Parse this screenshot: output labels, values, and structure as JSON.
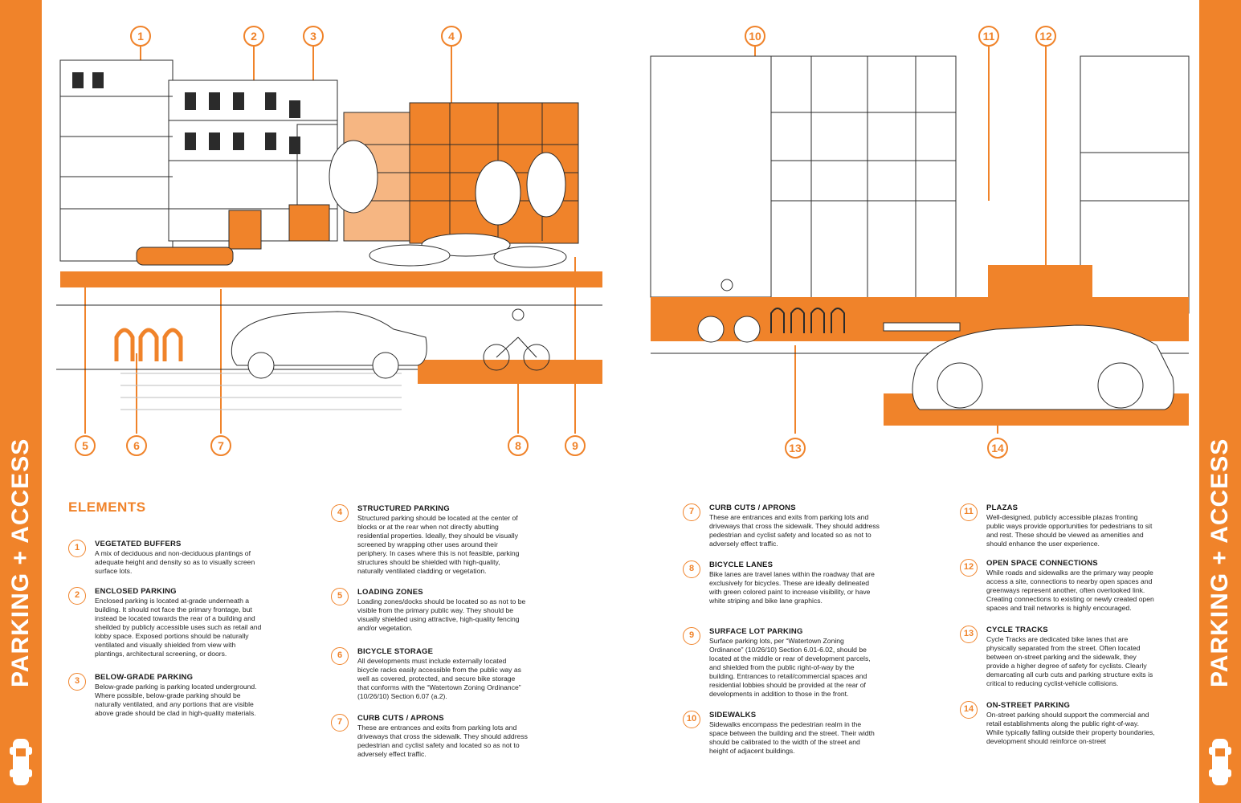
{
  "side_title": "PARKING + ACCESS",
  "colors": {
    "accent": "#f0832a",
    "accent_light": "#f6b682",
    "line": "#2b2b2b"
  },
  "icons": {
    "side": "car-icon"
  },
  "callouts_left": [
    "1",
    "2",
    "3",
    "4",
    "5",
    "6",
    "7",
    "8",
    "9"
  ],
  "callouts_right": [
    "10",
    "11",
    "12",
    "13",
    "14"
  ],
  "elements_title": "ELEMENTS",
  "entries": [
    {
      "num": "1",
      "head": "VEGETATED BUFFERS",
      "body": "A mix of deciduous and non-deciduous plantings of adequate height and density so as to visually screen surface lots."
    },
    {
      "num": "2",
      "head": "ENCLOSED PARKING",
      "body": "Enclosed parking is located at-grade underneath a building. It should not face the primary frontage, but instead be located towards the rear of a building and sheilded by publicly accessible uses such as retail and lobby space. Exposed portions should be naturally ventilated and visually shielded from view with plantings, architectural screening, or doors."
    },
    {
      "num": "3",
      "head": "BELOW-GRADE PARKING",
      "body": "Below-grade parking is parking located underground. Where possible, below-grade parking should be naturally ventilated, and any portions that are visible above grade should be clad in high-quality materials."
    },
    {
      "num": "4",
      "head": "STRUCTURED PARKING",
      "body": "Structured parking should be located at the center of blocks or at the rear when not directly abutting residential properties. Ideally, they should be visually screened by wrapping other uses around their periphery. In cases where this is not feasible, parking structures should be shielded with high-quality, naturally ventilated cladding or vegetation."
    },
    {
      "num": "5",
      "head": "LOADING ZONES",
      "body": "Loading zones/docks should be located so as not to be visible from the primary public way. They should be visually shielded using attractive, high-quality fencing and/or vegetation."
    },
    {
      "num": "6",
      "head": "BICYCLE STORAGE",
      "body": "All developments must include externally located bicycle racks easily accessible from the public way as well as covered, protected, and secure bike storage that conforms with the “Watertown Zoning Ordinance” (10/26/10) Section 6.07 (a.2)."
    },
    {
      "num": "7",
      "head": "CURB CUTS / APRONS",
      "body": "These are entrances and exits from parking lots and driveways that cross the sidewalk. They should address pedestrian and cyclist safety and located so as not to adversely effect traffic."
    },
    {
      "num": "7",
      "head": "CURB CUTS / APRONS",
      "body": "These are entrances and exits from parking lots and driveways that cross the sidewalk. They should address pedestrian and cyclist safety and located so as not to adversely effect traffic."
    },
    {
      "num": "8",
      "head": "BICYCLE LANES",
      "body": "Bike lanes are travel lanes within the roadway that are exclusively for bicycles. These are ideally delineated with green colored paint to increase visibility, or have white striping and bike lane graphics."
    },
    {
      "num": "9",
      "head": "SURFACE LOT PARKING",
      "body": "Surface parking lots, per “Watertown Zoning Ordinance” (10/26/10) Section 6.01-6.02, should be located at the middle or rear of development parcels, and shielded from the public right-of-way by the building. Entrances to retail/commercial spaces and residential lobbies should be provided at the rear of developments in addition to those in the front."
    },
    {
      "num": "10",
      "head": "SIDEWALKS",
      "body": "Sidewalks encompass the pedestrian realm in the space between the building and the street. Their width should be calibrated to the width of the street and height of adjacent buildings."
    },
    {
      "num": "11",
      "head": "PLAZAS",
      "body": "Well-designed, publicly accessible plazas fronting public ways provide opportunities for pedestrians to sit and rest. These should be viewed as amenities and should enhance the user experience."
    },
    {
      "num": "12",
      "head": "OPEN SPACE CONNECTIONS",
      "body": "While roads and sidewalks are the primary way people access a site, connections to nearby open spaces and greenways represent another, often overlooked link. Creating connections to existing or newly created open spaces and trail networks is highly encouraged."
    },
    {
      "num": "13",
      "head": "CYCLE TRACKS",
      "body": "Cycle Tracks are dedicated bike lanes that are physically separated from the street. Often located between on-street parking and the sidewalk, they provide a higher degree of safety for cyclists. Clearly demarcating all curb cuts and parking structure exits is critical to reducing cyclist-vehicle collisions."
    },
    {
      "num": "14",
      "head": "ON-STREET PARKING",
      "body": "On-street parking should support the commercial and retail establishments along the public right-of-way. While typically falling outside their property boundaries, development should reinforce on-street"
    }
  ]
}
